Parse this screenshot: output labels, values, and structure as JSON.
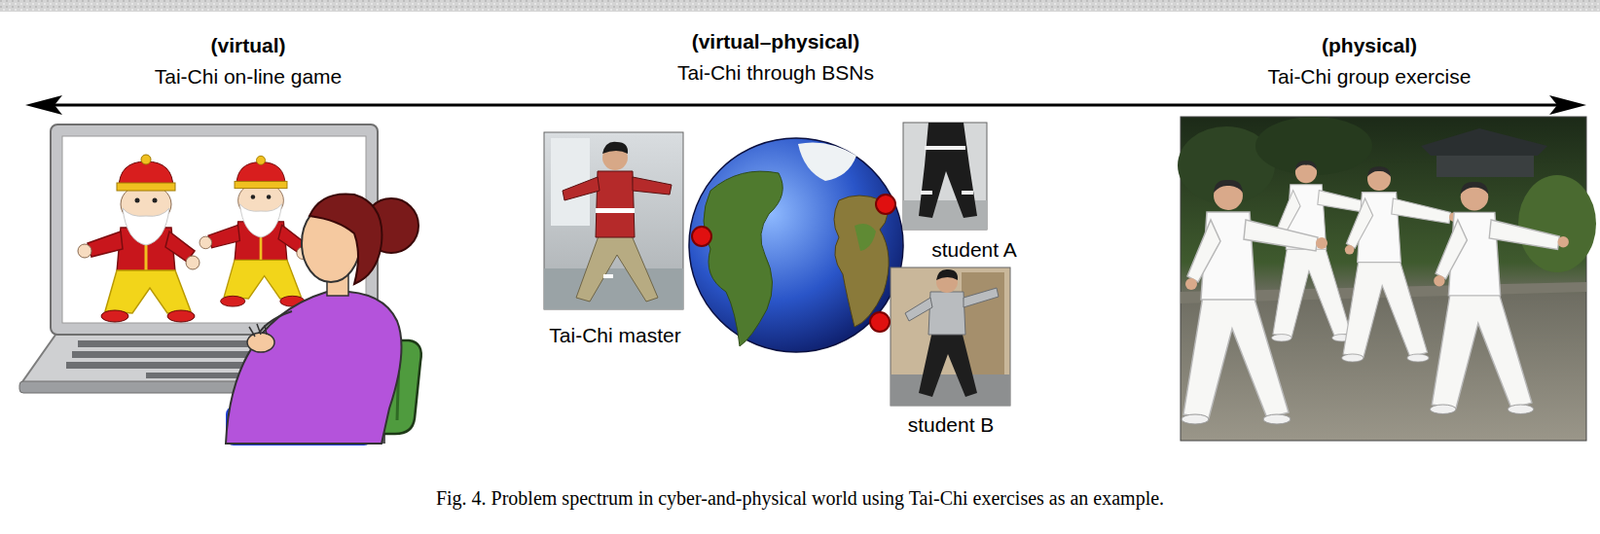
{
  "diagram": {
    "caption": "Fig. 4. Problem spectrum in cyber-and-physical world using Tai-Chi exercises as an example.",
    "labels": [
      "(virtual)",
      "Tai-Chi on-line game",
      "(virtual–physical)",
      "Tai-Chi through BSNs",
      "(physical)",
      "Tai-Chi group exercise",
      "Tai-Chi master",
      "student A",
      "student B"
    ]
  }
}
